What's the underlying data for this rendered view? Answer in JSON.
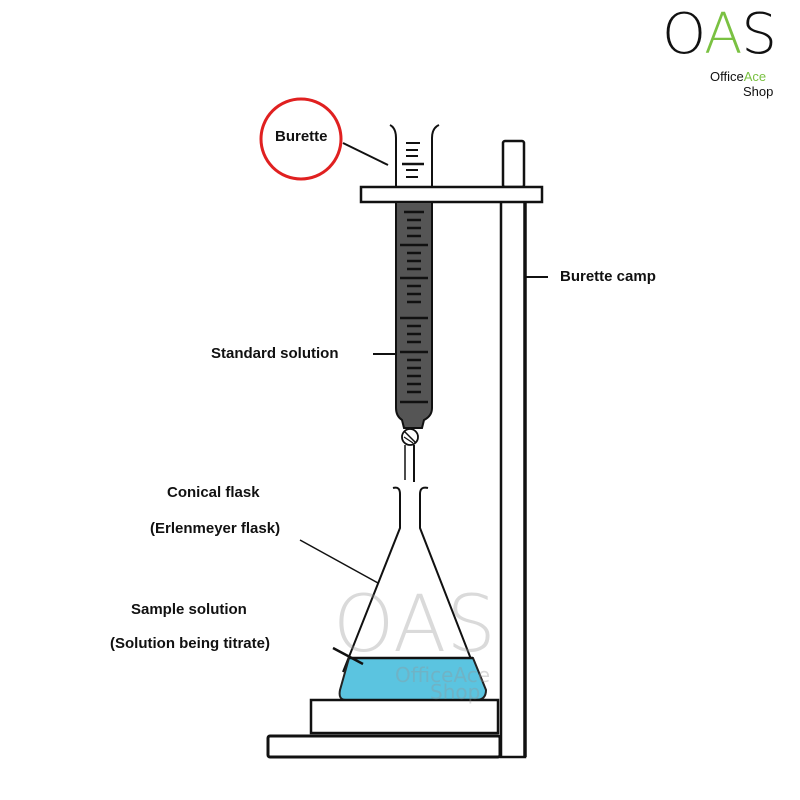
{
  "logo": {
    "letters": [
      "O",
      "A",
      "S"
    ],
    "line1_a": "Office",
    "line1_b": "Ace",
    "line2": "Shop",
    "accent_color": "#7ac142"
  },
  "watermark": {
    "main": "OAS",
    "sub1": "OfficeAce",
    "sub2": "Shop"
  },
  "labels": {
    "burette": "Burette",
    "burette_clamp": "Burette camp",
    "standard_solution": "Standard solution",
    "conical_flask": "Conical flask",
    "erlenmeyer": "(Erlenmeyer flask)",
    "sample_solution": "Sample solution",
    "solution_titrate": "(Solution being titrate)"
  },
  "colors": {
    "highlight_circle": "#e02020",
    "liquid": "#5bc4e0",
    "standard_solution": "#555555",
    "outline": "#111111"
  }
}
